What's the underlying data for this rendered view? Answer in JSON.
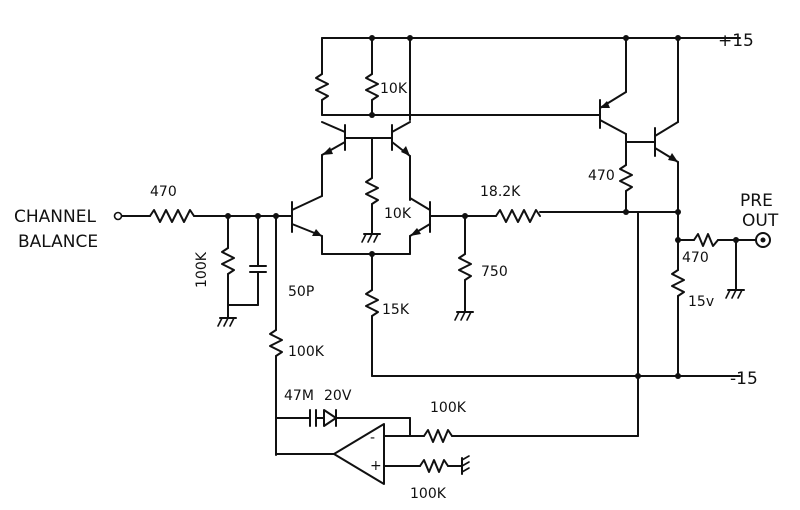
{
  "labels": {
    "input_line1": "CHANNEL",
    "input_line2": "BALANCE",
    "out_line1": "PRE",
    "out_line2": "OUT",
    "vpos": "+15",
    "vneg": "-15",
    "r_in": "470",
    "r_in_gnd": "100K",
    "c_ff": "50P",
    "r_10k_top": "10K",
    "r_10k_mid": "10K",
    "r_15k": "15K",
    "r_182k": "18.2K",
    "r_750": "750",
    "r_470_emit": "470",
    "r_470_out": "470",
    "r_15_out": "15v",
    "r_100k_fb": "100K",
    "cap_zener": "47M",
    "zener": "20V",
    "r_100k_opamp": "100K",
    "r_100k_bot": "100K",
    "opamp_minus": "-",
    "opamp_plus": "+"
  }
}
